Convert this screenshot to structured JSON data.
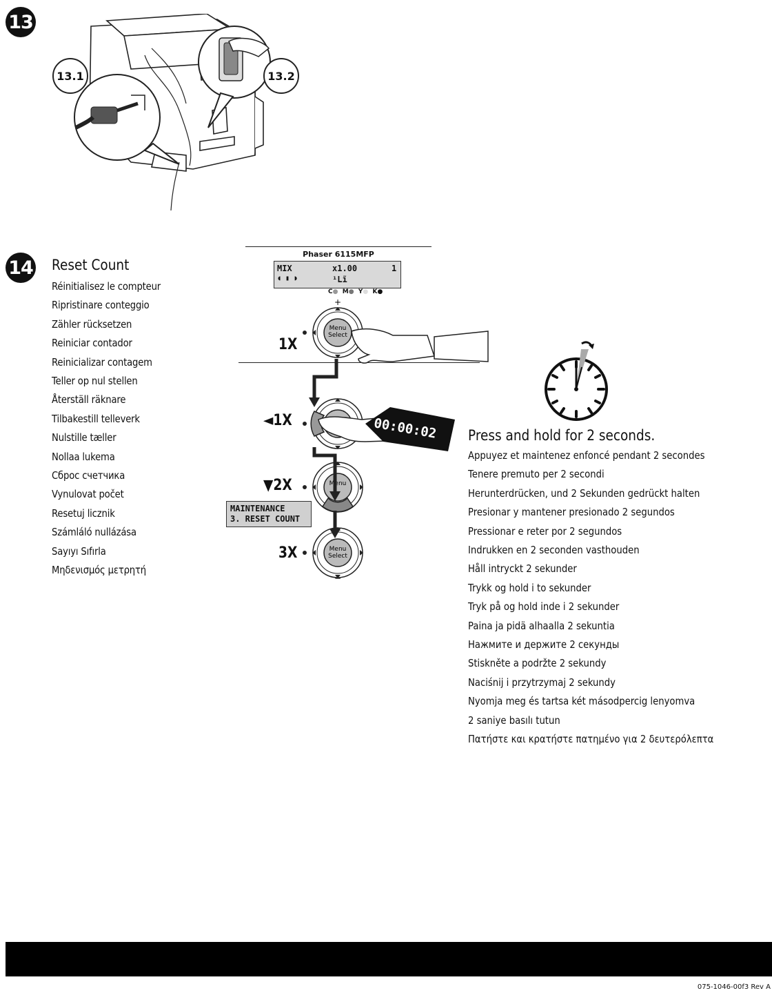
{
  "step13": {
    "number": "13",
    "callout_power_cord": "13.1",
    "callout_power_switch": "13.2"
  },
  "step14": {
    "number": "14",
    "title": "Reset Count",
    "translations": [
      "Réinitialisez le compteur",
      "Ripristinare conteggio",
      "Zähler rücksetzen",
      "Reiniciar contador",
      "Reinicializar contagem",
      "Teller op nul stellen",
      "Återställ räknare",
      "Tilbakestill telleverk",
      "Nulstille tæller",
      "Nollaa lukema",
      "Сброс счетчика",
      "Vynulovat počet",
      "Resetuj licznik",
      "Számláló nullázása",
      "Sayıyı Sıfırla",
      "Μηδενισμός μετρητή"
    ]
  },
  "control_panel": {
    "model": "Phaser 6115MFP",
    "lcd_line1_mode": "MIX",
    "lcd_line1_zoom": "x1.00",
    "lcd_line1_copies": "1",
    "lcd_line2": "¹Lĩ",
    "toner_labels": [
      "C",
      "M",
      "Y",
      "K"
    ],
    "button_menu": "Menu",
    "button_select": "Select"
  },
  "sequence": {
    "press1": "1X",
    "press2": "◄1X",
    "press3": "▼2X",
    "press4": "3X",
    "timer": "00:00:02",
    "maintenance_line1": "MAINTENANCE",
    "maintenance_line2": "3. RESET COUNT"
  },
  "hold": {
    "title": "Press and hold for 2 seconds.",
    "translations": [
      "Appuyez et maintenez enfoncé pendant 2 secondes",
      "Tenere premuto per 2 secondi",
      "Herunterdrücken, und 2 Sekunden gedrückt halten",
      "Presionar y mantener presionado 2 segundos",
      "Pressionar e reter por 2 segundos",
      "Indrukken en 2 seconden vasthouden",
      "Håll intryckt 2 sekunder",
      "Trykk og hold i to sekunder",
      "Tryk på og hold inde i 2 sekunder",
      "Paina ja pidä alhaalla 2 sekuntia",
      "Нажмите и держите 2 секунды",
      "Stiskněte a podržte 2 sekundy",
      "Naciśnij i przytrzymaj 2 sekundy",
      "Nyomja meg és tartsa két másodpercig lenyomva",
      "2 saniye basılı tutun",
      "Πατήστε και κρατήστε πατημένο για 2 δευτερόλεπτα"
    ]
  },
  "footer": {
    "document_number": "075-1046-00f3 Rev A"
  }
}
